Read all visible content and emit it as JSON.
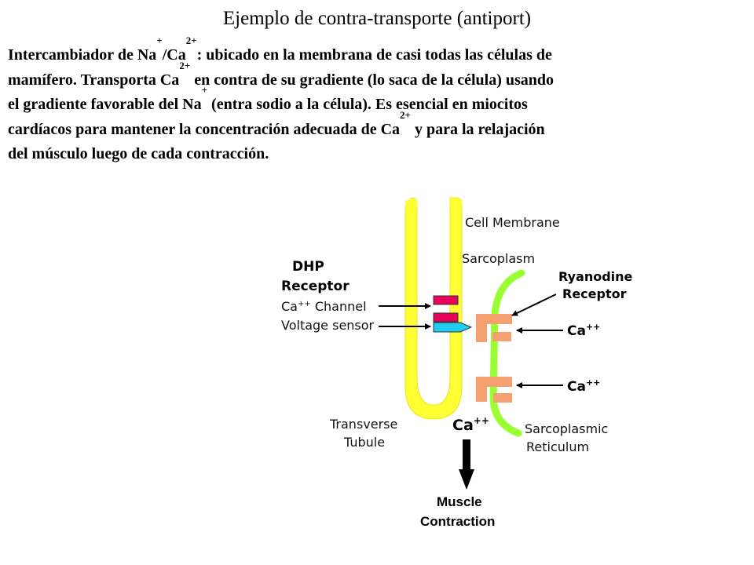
{
  "slide": {
    "title": "Ejemplo de contra-transporte (antiport)",
    "paragraph": {
      "l1a": "Intercambiador de Na",
      "l1b": "+",
      "l1c": "/Ca",
      "l1d": "2+",
      "l1e": ": ubicado en la membrana de casi todas las células de",
      "l2a": "mamífero. Transporta Ca",
      "l2b": "2+",
      "l2c": " en contra de su gradiente (lo saca de la célula) usando",
      "l3a": "el gradiente favorable del Na",
      "l3b": "+",
      "l3c": " (entra sodio a la célula). Es esencial en miocitos",
      "l4a": "cardíacos para mantener la concentración adecuada de Ca",
      "l4b": "2+",
      "l4c": " y para la relajación",
      "l5": "del músculo luego de cada contracción."
    }
  },
  "diagram": {
    "cell_membrane": "Cell Membrane",
    "sarcoplasm": "Sarcoplasm",
    "dhp_line1": "DHP",
    "dhp_line2": "Receptor",
    "ca_channel_a": "Ca",
    "ca_channel_sup": "++",
    "ca_channel_b": " Channel",
    "voltage_sensor": "Voltage sensor",
    "ryanodine_line1": "Ryanodine",
    "ryanodine_line2": "Receptor",
    "ca_label_1": "Ca",
    "ca_label_1_sup": "++",
    "ca_label_2": "Ca",
    "ca_label_2_sup": "++",
    "ca_center": "Ca",
    "ca_center_sup": "++",
    "transverse": "Transverse",
    "tubule": "Tubule",
    "sarcoplasmic": "Sarcoplasmic",
    "reticulum": "Reticulum",
    "muscle": "Muscle",
    "contraction": "Contraction",
    "colors": {
      "membrane": "#ffff33",
      "reticulum": "#99ff33",
      "dhp_receptor": "#e8005a",
      "voltage_sensor": "#22ccf0",
      "ryanodine": "#f4a070"
    }
  }
}
